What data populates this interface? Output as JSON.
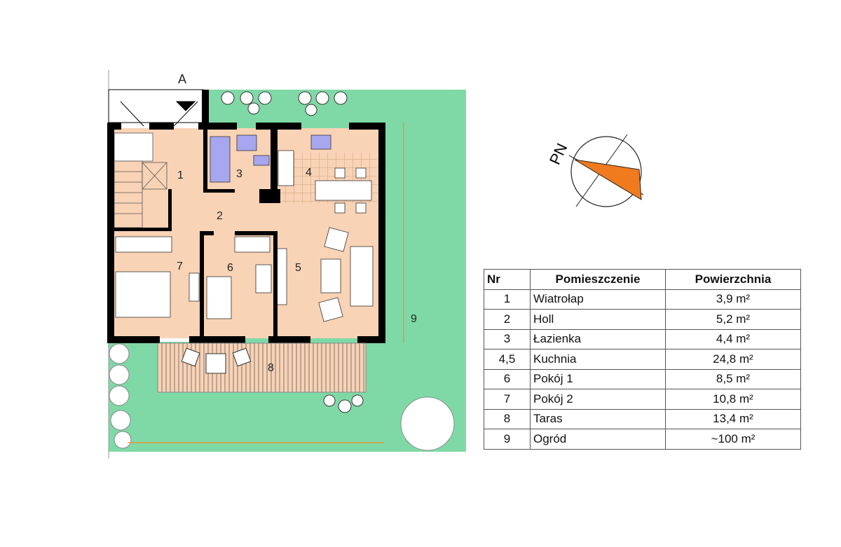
{
  "plan": {
    "section_marker": "A",
    "room_labels": [
      "1",
      "2",
      "3",
      "4",
      "5",
      "6",
      "7",
      "8",
      "9"
    ],
    "north_label": "PN",
    "colors": {
      "garden": "#7fd9a6",
      "interior": "#f9d3b5",
      "wall": "#000000",
      "dimension": "#f28c28",
      "compass_needle": "#f07a1e",
      "tile": "#c9a27a"
    }
  },
  "table": {
    "headers": [
      "Nr",
      "Pomieszczenie",
      "Powierzchnia"
    ],
    "rows": [
      {
        "nr": "1",
        "name": "Wiatrołap",
        "area": "3,9 m²"
      },
      {
        "nr": "2",
        "name": "Holl",
        "area": "5,2 m²"
      },
      {
        "nr": "3",
        "name": "Łazienka",
        "area": "4,4 m²"
      },
      {
        "nr": "4,5",
        "name": "Kuchnia",
        "area": "24,8 m²"
      },
      {
        "nr": "6",
        "name": "Pokój 1",
        "area": "8,5 m²"
      },
      {
        "nr": "7",
        "name": "Pokój 2",
        "area": "10,8 m²"
      },
      {
        "nr": "8",
        "name": "Taras",
        "area": "13,4 m²"
      },
      {
        "nr": "9",
        "name": "Ogród",
        "area": "~100 m²"
      }
    ]
  }
}
